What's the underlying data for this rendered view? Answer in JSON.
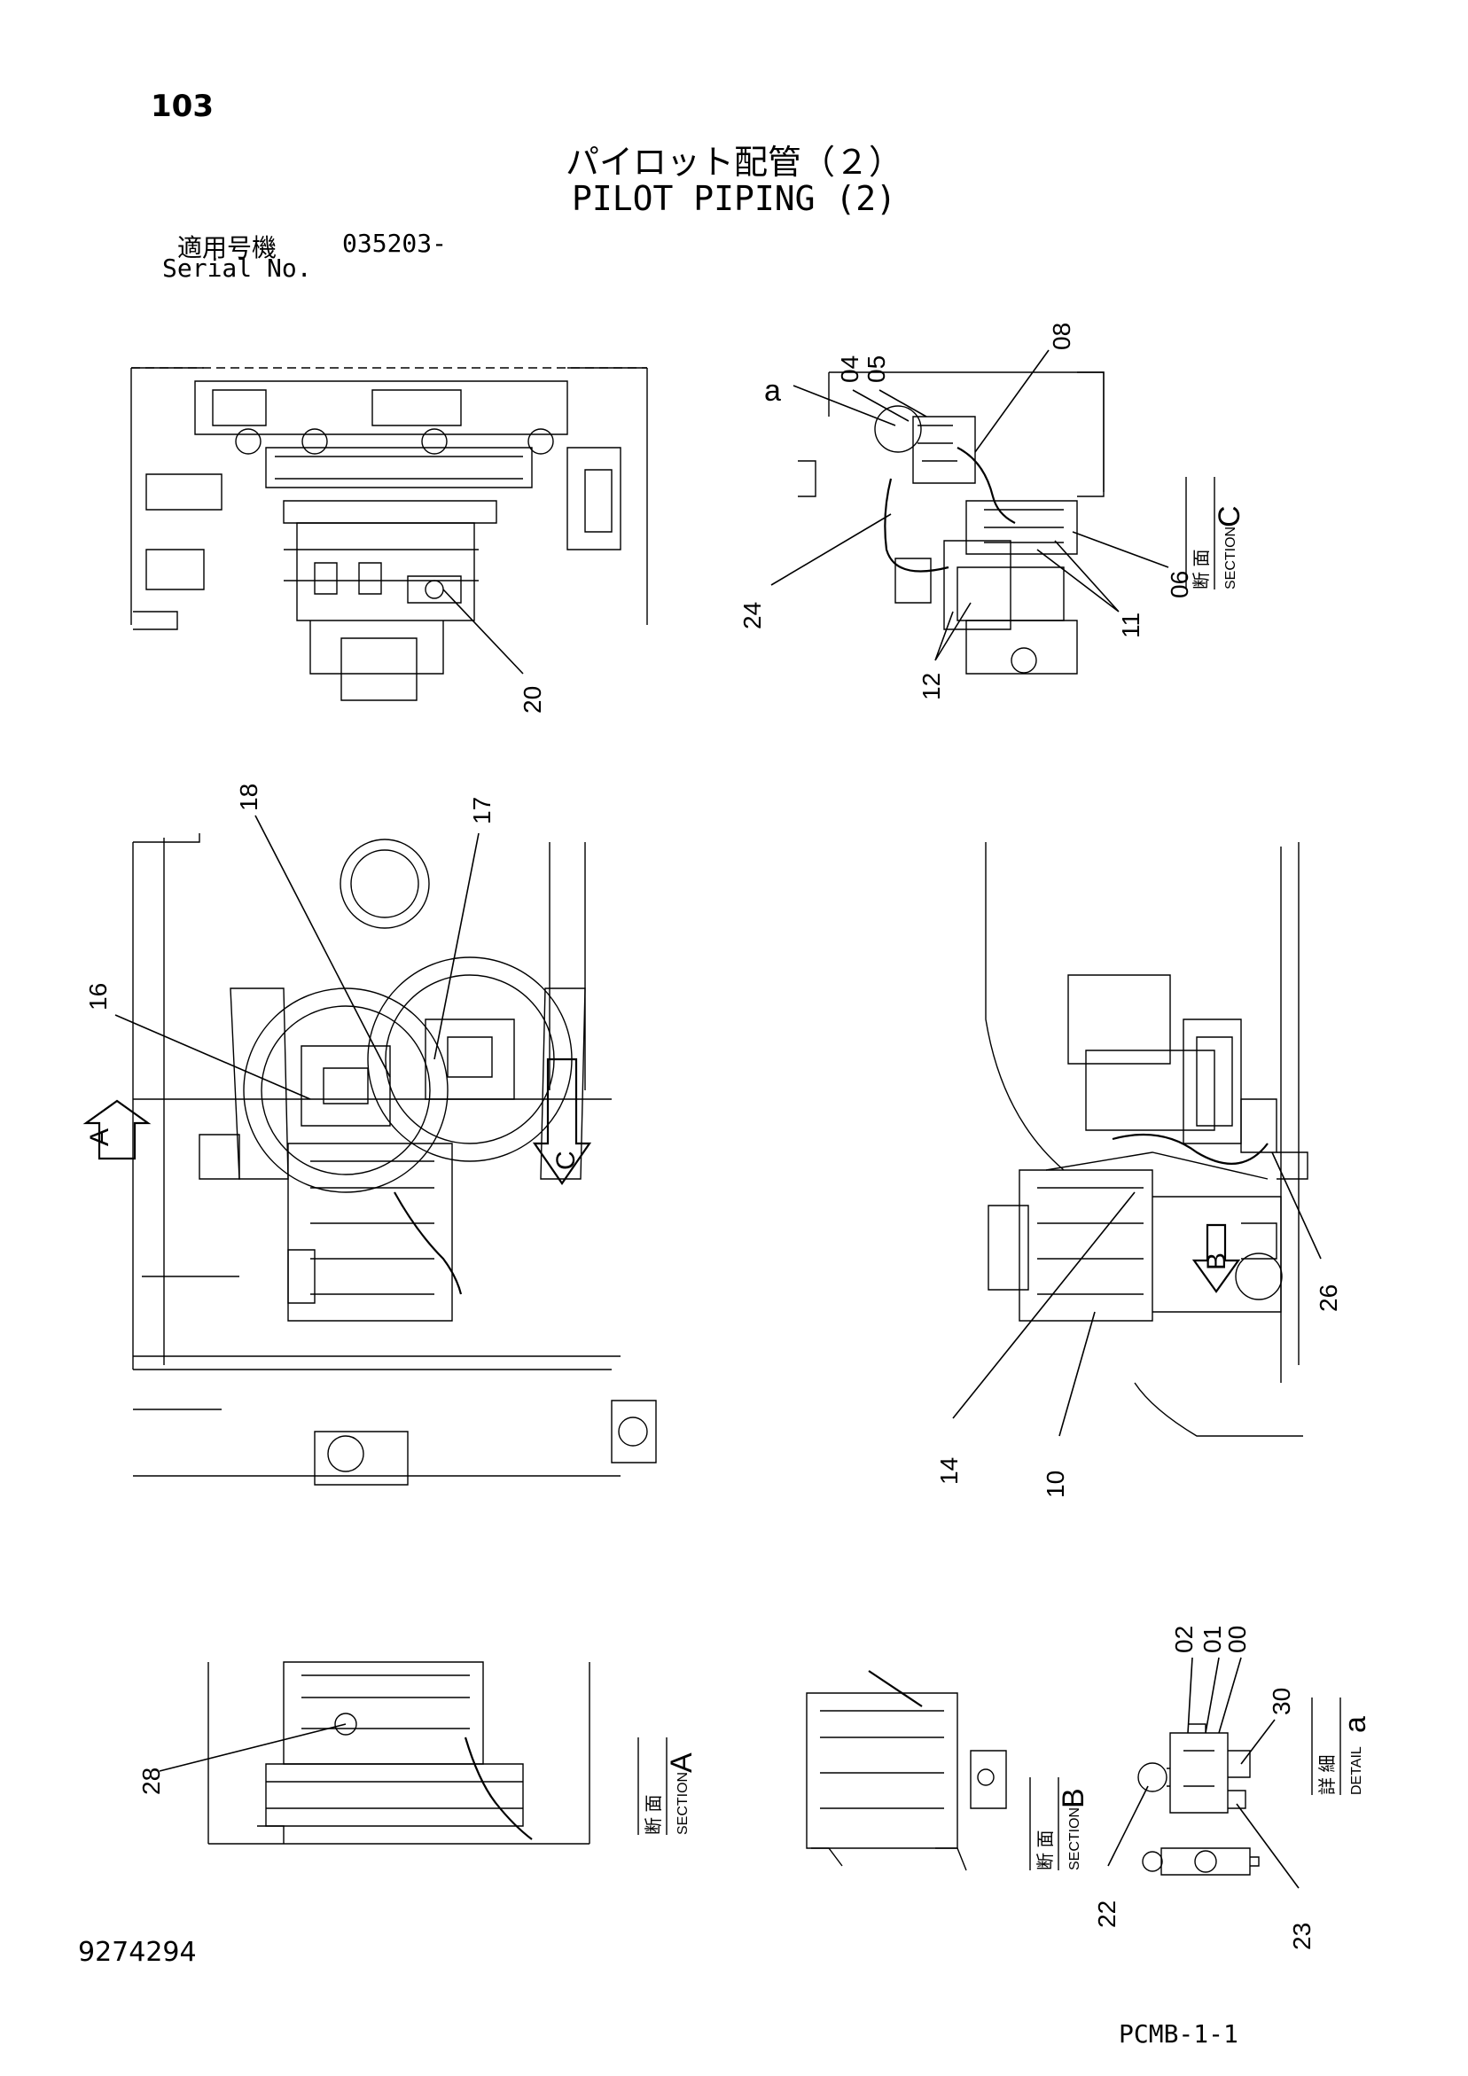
{
  "header": {
    "page_number": "103",
    "title_jp": "パイロット配管（２）",
    "title_en": "PILOT PIPING (2)",
    "serial_label_jp": "適用号機",
    "serial_value": "035203-",
    "serial_label_en": "Serial No."
  },
  "footer": {
    "document_number": "9274294",
    "sheet_code": "PCMB-1-1"
  },
  "section_labels": {
    "section_c": {
      "jp": "断 面",
      "en": "SECTION",
      "letter": "C"
    },
    "section_a": {
      "jp": "断 面",
      "en": "SECTION",
      "letter": "A"
    },
    "section_b": {
      "jp": "断 面",
      "en": "SECTION",
      "letter": "B"
    },
    "detail_a": {
      "jp": "詳 細",
      "en": "DETAIL",
      "letter": "a"
    }
  },
  "view_arrows": {
    "a": "A",
    "b": "B",
    "c": "C"
  },
  "detail_marker": "a",
  "callouts": {
    "c04": "04",
    "c05": "05",
    "c08": "08",
    "c06": "06",
    "c11": "11",
    "c12": "12",
    "c24": "24",
    "c20": "20",
    "c18": "18",
    "c17": "17",
    "c16": "16",
    "c26": "26",
    "c14": "14",
    "c10": "10",
    "c28": "28",
    "c02": "02",
    "c01": "01",
    "c00": "00",
    "c30": "30",
    "c22": "22",
    "c23": "23"
  }
}
